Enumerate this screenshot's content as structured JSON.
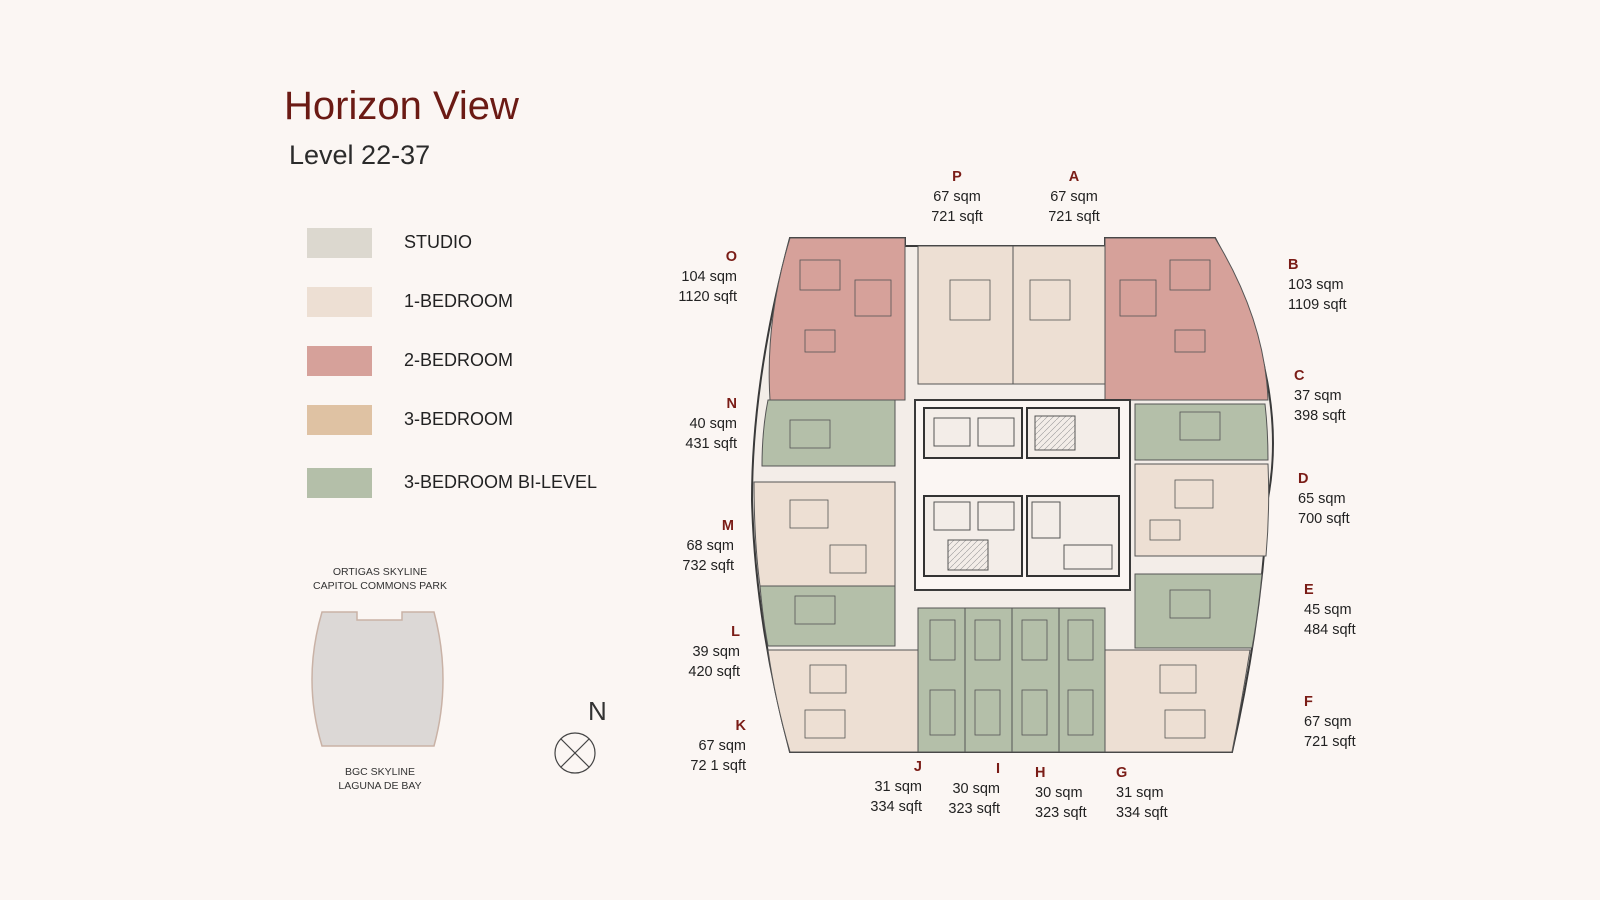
{
  "header": {
    "title": "Horizon View",
    "subtitle": "Level 22-37"
  },
  "legend": [
    {
      "label": "STUDIO",
      "color": "#dcd8cf"
    },
    {
      "label": "1-BEDROOM",
      "color": "#eddfd3"
    },
    {
      "label": "2-BEDROOM",
      "color": "#d6a19a"
    },
    {
      "label": "3-BEDROOM",
      "color": "#dfc2a3"
    },
    {
      "label": "3-BEDROOM BI-LEVEL",
      "color": "#b4bfa9"
    }
  ],
  "orientation": {
    "top_line1": "ORTIGAS SKYLINE",
    "top_line2": "CAPITOL COMMONS PARK",
    "bottom_line1": "BGC SKYLINE",
    "bottom_line2": "LAGUNA DE BAY",
    "north": "N"
  },
  "units": [
    {
      "letter": "P",
      "sqm": "67 sqm",
      "sqft": "721 sqft"
    },
    {
      "letter": "A",
      "sqm": "67 sqm",
      "sqft": "721 sqft"
    },
    {
      "letter": "O",
      "sqm": "104 sqm",
      "sqft": "1120 sqft"
    },
    {
      "letter": "B",
      "sqm": "103 sqm",
      "sqft": "1109 sqft"
    },
    {
      "letter": "C",
      "sqm": "37 sqm",
      "sqft": "398 sqft"
    },
    {
      "letter": "N",
      "sqm": "40 sqm",
      "sqft": "431 sqft"
    },
    {
      "letter": "D",
      "sqm": "65 sqm",
      "sqft": "700 sqft"
    },
    {
      "letter": "M",
      "sqm": "68 sqm",
      "sqft": "732 sqft"
    },
    {
      "letter": "E",
      "sqm": "45 sqm",
      "sqft": "484 sqft"
    },
    {
      "letter": "L",
      "sqm": "39 sqm",
      "sqft": "420 sqft"
    },
    {
      "letter": "F",
      "sqm": "67 sqm",
      "sqft": "721 sqft"
    },
    {
      "letter": "K",
      "sqm": "67 sqm",
      "sqft": "72 1 sqft"
    },
    {
      "letter": "J",
      "sqm": "31 sqm",
      "sqft": "334 sqft"
    },
    {
      "letter": "I",
      "sqm": "30 sqm",
      "sqft": "323 sqft"
    },
    {
      "letter": "H",
      "sqm": "30 sqm",
      "sqft": "323 sqft"
    },
    {
      "letter": "G",
      "sqm": "31 sqm",
      "sqft": "334 sqft"
    }
  ]
}
